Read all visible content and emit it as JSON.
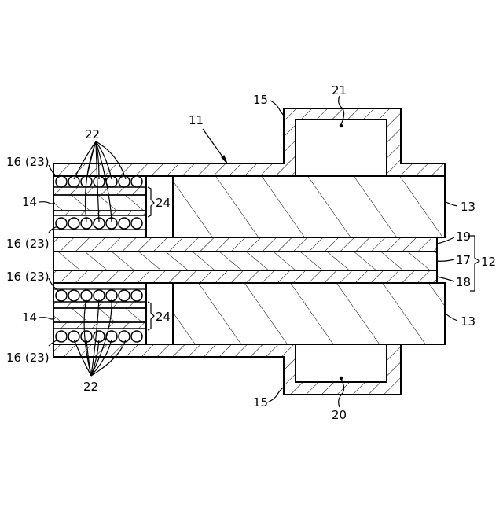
{
  "labels": {
    "l11": "11",
    "l12": "12",
    "l13_top": "13",
    "l13_bot": "13",
    "l14_top": "14",
    "l14_bot": "14",
    "l15_top": "15",
    "l15_bot": "15",
    "l16_1": "16 (23)",
    "l16_2": "16 (23)",
    "l16_3": "16 (23)",
    "l16_4": "16 (23)",
    "l17": "17",
    "l18": "18",
    "l19": "19",
    "l20": "20",
    "l21": "21",
    "l22_top": "22",
    "l22_bot": "22",
    "l24_top": "24",
    "l24_bot": "24"
  }
}
